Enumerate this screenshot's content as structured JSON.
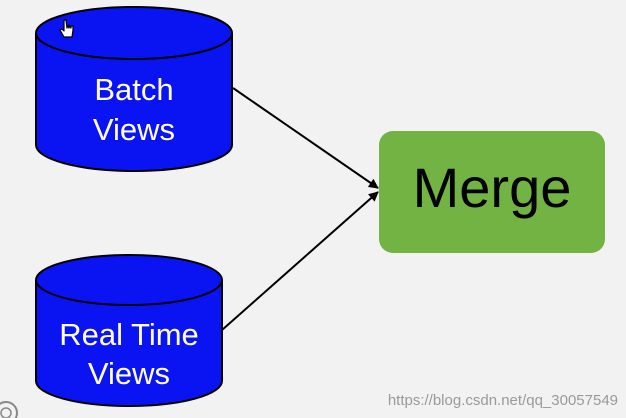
{
  "diagram": {
    "nodes": [
      {
        "id": "batch-views",
        "shape": "cylinder",
        "lines": [
          "Batch",
          "Views"
        ],
        "fill": "#0a14f2",
        "stroke": "#000000"
      },
      {
        "id": "real-time-views",
        "shape": "cylinder",
        "lines": [
          "Real Time",
          "Views"
        ],
        "fill": "#0a14f2",
        "stroke": "#000000"
      },
      {
        "id": "merge",
        "shape": "rounded-rect",
        "label": "Merge",
        "fill": "#72b343"
      }
    ],
    "edges": [
      {
        "from": "batch-views",
        "to": "merge"
      },
      {
        "from": "real-time-views",
        "to": "merge"
      }
    ]
  },
  "watermark": "https://blog.csdn.net/qq_30057549",
  "colors": {
    "background": "#f2f2f2",
    "cylinder_fill": "#0a14f2",
    "merge_fill": "#72b343",
    "arrow": "#000000"
  },
  "cursor_icon": "hand-pointer-icon"
}
